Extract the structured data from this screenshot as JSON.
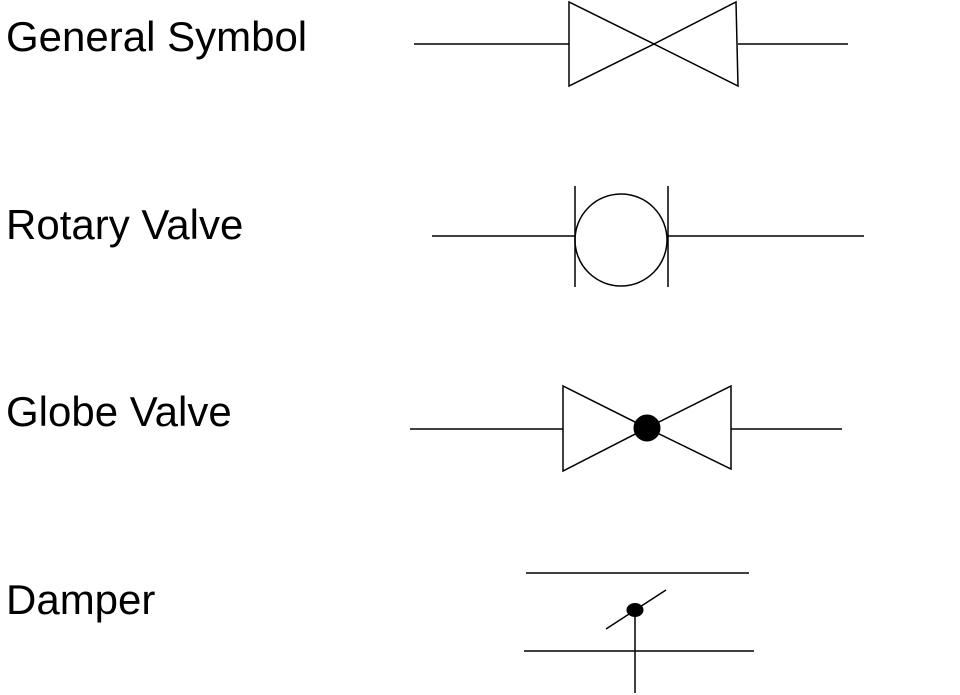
{
  "legend": {
    "items": [
      {
        "id": "general",
        "label": "General Symbol"
      },
      {
        "id": "rotary",
        "label": "Rotary Valve"
      },
      {
        "id": "globe",
        "label": "Globe Valve"
      },
      {
        "id": "damper",
        "label": "Damper"
      }
    ]
  },
  "colors": {
    "stroke": "#000000",
    "background": "#ffffff"
  }
}
